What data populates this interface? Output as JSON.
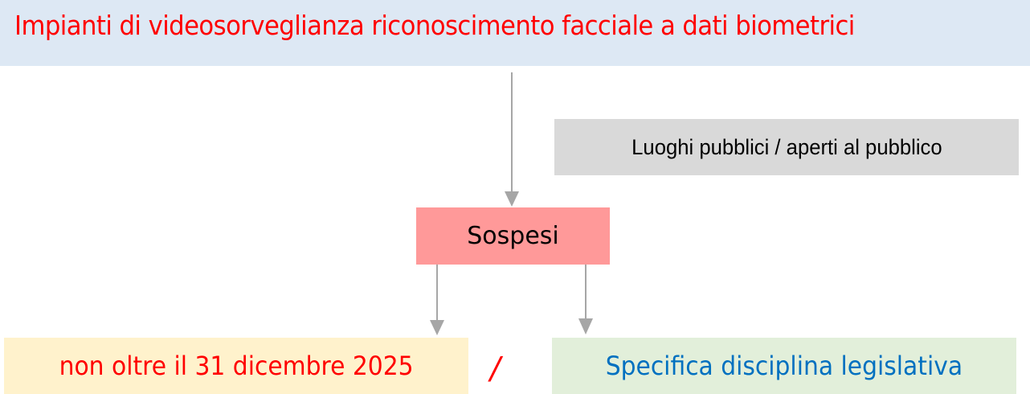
{
  "header": {
    "title": "Impianti di videosorveglianza riconoscimento facciale a dati biometrici",
    "background": "#dde8f4",
    "text_color": "#ff0000"
  },
  "context_box": {
    "label": "Luoghi pubblici / aperti al pubblico",
    "background": "#d9d9d9"
  },
  "status_box": {
    "label": "Sospesi",
    "background": "#ff9999"
  },
  "outcomes": {
    "left": {
      "label": "non oltre il 31 dicembre 2025",
      "background": "#fff2cc",
      "text_color": "#ff0000"
    },
    "separator": "/",
    "right": {
      "label": "Specifica disciplina legislativa",
      "background": "#e2efda",
      "text_color": "#0070c0"
    }
  },
  "connectors": {
    "color": "#a6a6a6",
    "edges": [
      {
        "from": "header",
        "to": "status_box"
      },
      {
        "from": "status_box",
        "to": "outcomes.left"
      },
      {
        "from": "status_box",
        "to": "outcomes.right"
      }
    ]
  }
}
